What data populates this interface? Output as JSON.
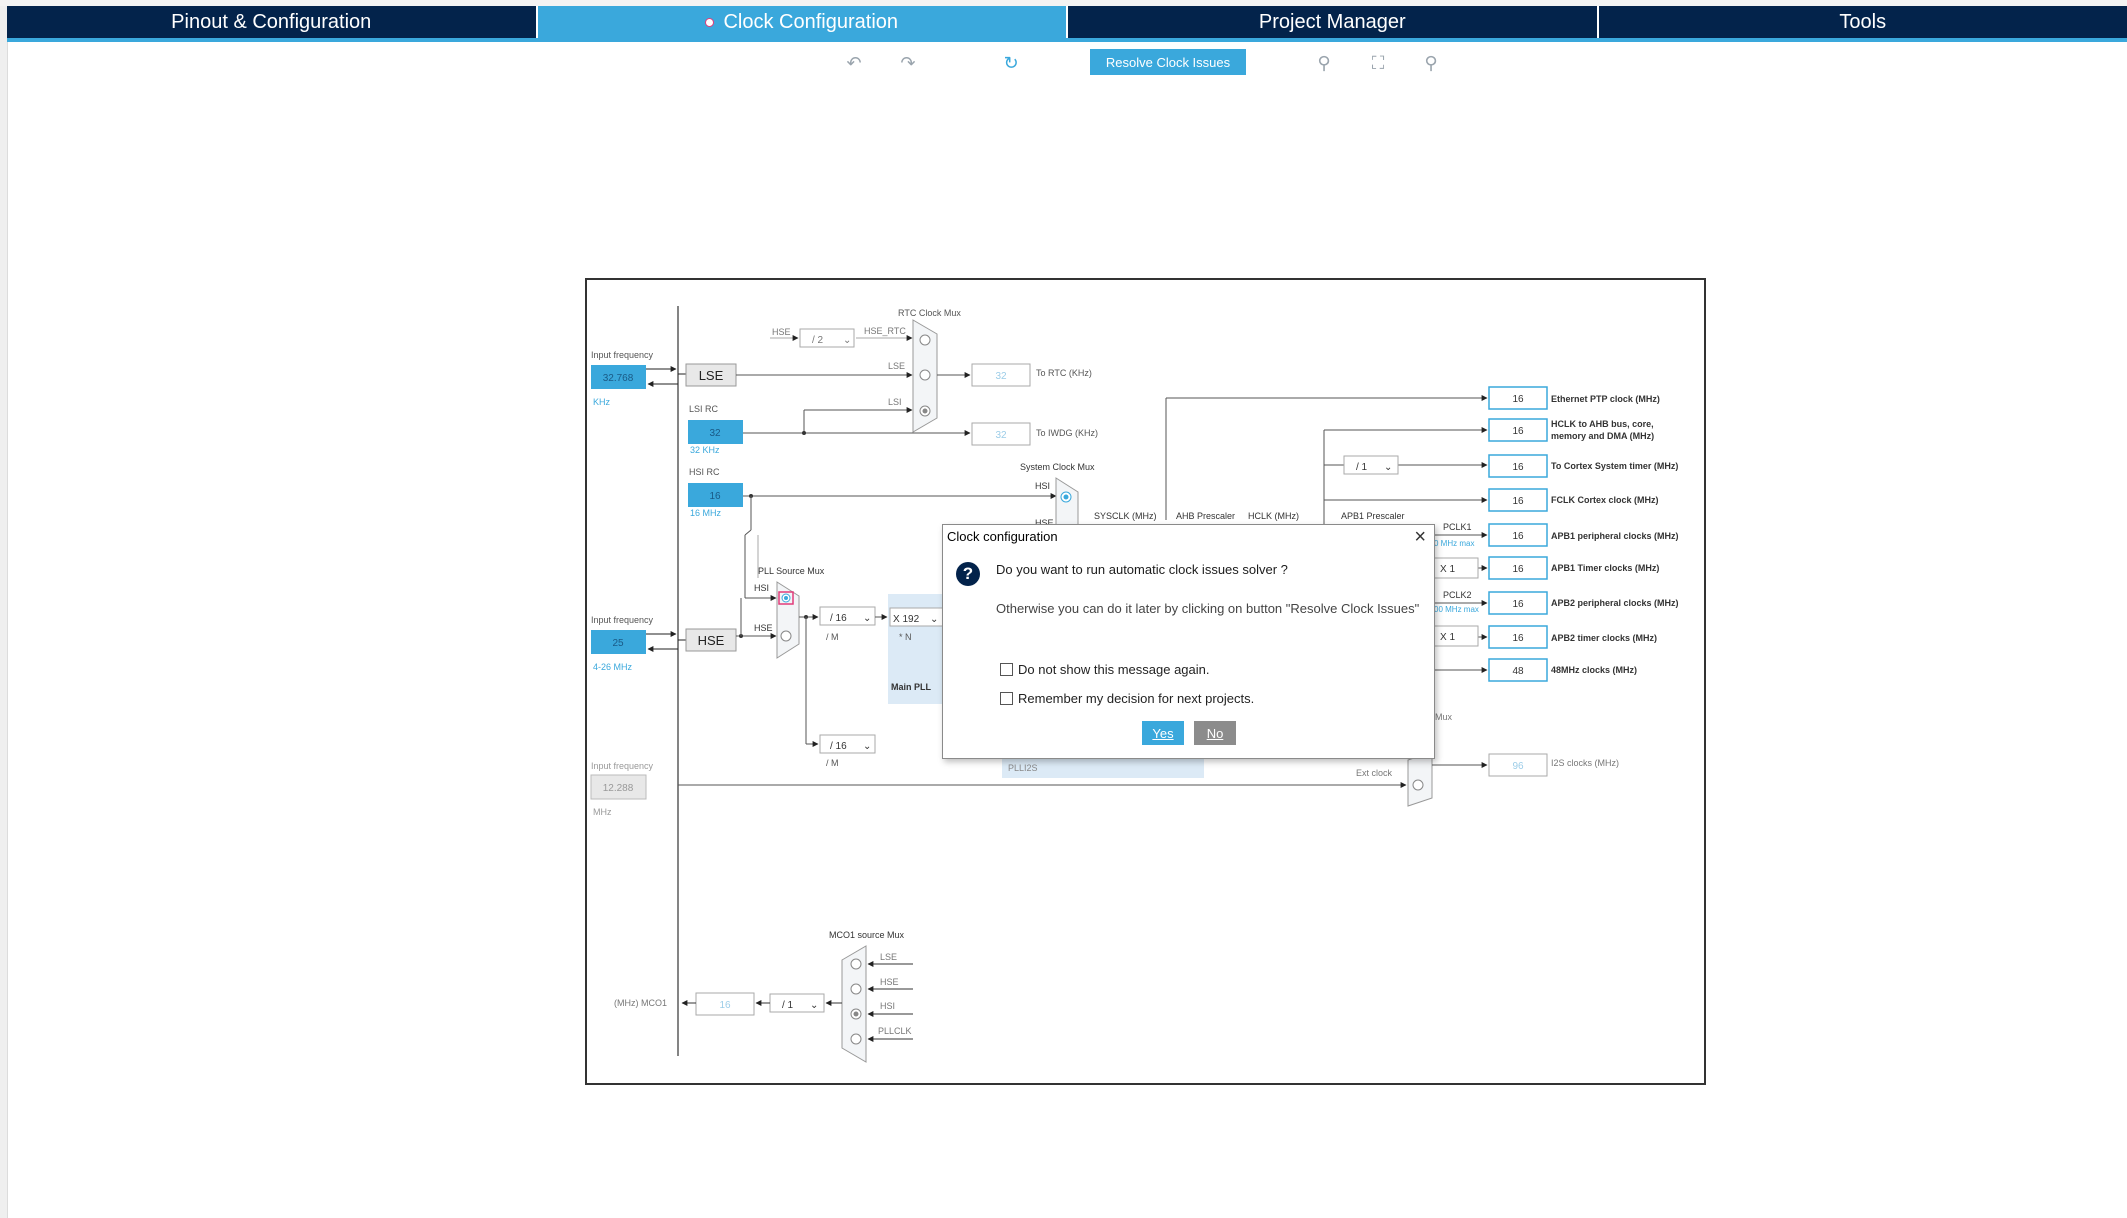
{
  "tabs": [
    {
      "label": "Pinout & Configuration"
    },
    {
      "label": "Clock Configuration"
    },
    {
      "label": "Project Manager"
    },
    {
      "label": "Tools"
    }
  ],
  "toolbar": {
    "resolve_label": "Resolve Clock Issues"
  },
  "diagram": {
    "lse_input": {
      "label": "Input frequency",
      "value": "32.768",
      "unit": "KHz"
    },
    "lse_label": "LSE",
    "lsi": {
      "label": "LSI RC",
      "value": "32",
      "unit": "32 KHz"
    },
    "hsi": {
      "label": "HSI RC",
      "value": "16",
      "unit": "16 MHz"
    },
    "hse_input": {
      "label": "Input frequency",
      "value": "25",
      "unit": "4-26 MHz"
    },
    "hse_label": "HSE",
    "ext_input": {
      "label": "Input frequency",
      "value": "12.288",
      "unit": "MHz"
    },
    "rtc": {
      "mux_title": "RTC Clock Mux",
      "hse": "HSE",
      "div": "/ 2",
      "hse_rtc": "HSE_RTC",
      "lse": "LSE",
      "lsi": "LSI",
      "value": "32",
      "label": "To RTC (KHz)"
    },
    "iwdg": {
      "value": "32",
      "label": "To IWDG (KHz)"
    },
    "sysmux": {
      "title": "System Clock Mux",
      "hsi": "HSI",
      "hse": "HSE",
      "sysclk": "SYSCLK (MHz)",
      "ahb": "AHB Prescaler",
      "hclk": "HCLK (MHz)",
      "apb1": "APB1 Prescaler"
    },
    "pllmux": {
      "title": "PLL Source Mux",
      "hsi": "HSI",
      "hse": "HSE",
      "m_div": "/ 16",
      "m": "/ M",
      "n_mul": "X 192",
      "n": "* N",
      "main_pll": "Main PLL"
    },
    "plli2s": {
      "m_div": "/ 16",
      "m": "/ M",
      "label": "PLLI2S"
    },
    "outputs": [
      {
        "value": "16",
        "label": "Ethernet PTP clock (MHz)"
      },
      {
        "value": "16",
        "label": "HCLK to AHB bus, core,"
      },
      {
        "value": "16",
        "label": "To Cortex System timer (MHz)"
      },
      {
        "value": "16",
        "label": "FCLK Cortex clock (MHz)"
      },
      {
        "value": "16",
        "label": "APB1 peripheral clocks (MHz)"
      },
      {
        "value": "16",
        "label": "APB1 Timer clocks (MHz)"
      },
      {
        "value": "16",
        "label": "APB2 peripheral clocks (MHz)"
      },
      {
        "value": "16",
        "label": "APB2 timer clocks (MHz)"
      },
      {
        "value": "48",
        "label": "48MHz clocks (MHz)"
      }
    ],
    "hclk_line2": "memory and DMA (MHz)",
    "cortex_div": "/ 1",
    "pclk1": "PCLK1",
    "pclk1_max": "0 MHz max",
    "pclk2": "PCLK2",
    "pclk2_max": "00 MHz max",
    "x1a": "X 1",
    "x1b": "X 1",
    "i2s": {
      "value": "96",
      "label": "I2S clocks (MHz)",
      "ext": "Ext clock",
      "mux": "Mux"
    },
    "mco1": {
      "title": "MCO1 source Mux",
      "lse": "LSE",
      "hse": "HSE",
      "hsi": "HSI",
      "pllclk": "PLLCLK",
      "value": "16",
      "div": "/ 1",
      "label": "(MHz) MCO1"
    }
  },
  "dialog": {
    "title": "Clock configuration",
    "question": "Do you want to run automatic clock issues solver ?",
    "hint": "Otherwise you can do it later by clicking on button \"Resolve Clock Issues\"",
    "check1": "Do not show this message again.",
    "check2": "Remember my decision for next projects.",
    "yes": "Yes",
    "no": "No"
  }
}
